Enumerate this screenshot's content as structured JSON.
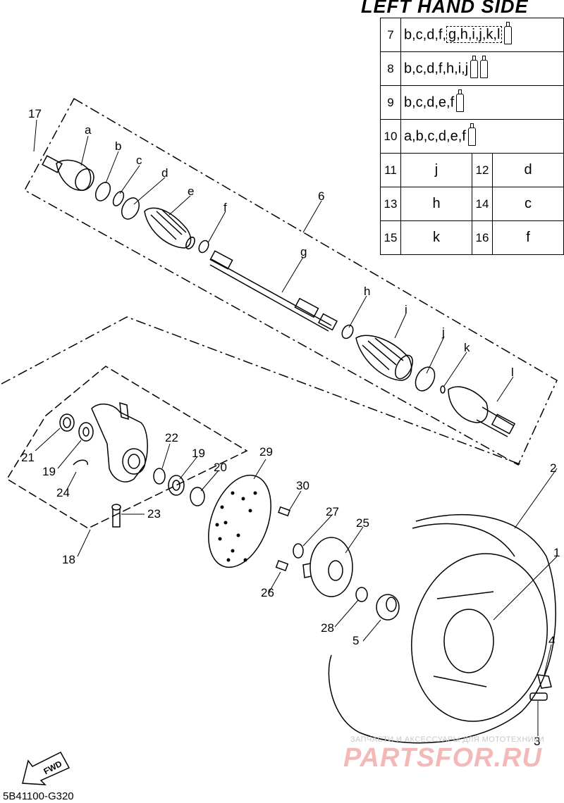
{
  "title": "LEFT HAND SIDE",
  "table": [
    {
      "num": "7",
      "parts": "b,c,d,f",
      "boxed": "g,h,i,j,k,l",
      "tubes": 1
    },
    {
      "num": "8",
      "parts": "b,c,d,f,h,i,j",
      "tubes": 2
    },
    {
      "num": "9",
      "parts": "b,c,d,e,f",
      "tubes": 1
    },
    {
      "num": "10",
      "parts": "a,b,c,d,e,f",
      "tubes": 1
    }
  ],
  "pairs": [
    {
      "n1": "11",
      "v1": "j",
      "n2": "12",
      "v2": "d"
    },
    {
      "n1": "13",
      "v1": "h",
      "n2": "14",
      "v2": "c"
    },
    {
      "n1": "15",
      "v1": "k",
      "n2": "16",
      "v2": "f"
    }
  ],
  "labels": {
    "l17": "17",
    "la": "a",
    "lb": "b",
    "lc": "c",
    "ld": "d",
    "le": "e",
    "lf": "f",
    "l6": "6",
    "lg": "g",
    "lh": "h",
    "li": "i",
    "lj": "j",
    "lk": "k",
    "ll": "l",
    "l21": "21",
    "l19a": "19",
    "l24": "24",
    "l22": "22",
    "l19b": "19",
    "l20": "20",
    "l23": "23",
    "l18": "18",
    "l29": "29",
    "l30": "30",
    "l27": "27",
    "l25": "25",
    "l26": "26",
    "l28": "28",
    "l5": "5",
    "l2": "2",
    "l1": "1",
    "l4": "4",
    "l3": "3"
  },
  "fwd_label": "FWD",
  "footer_code": "5B41100-G320",
  "watermark_sub": "ЗАПЧАСТИ И АКСЕССУАРЫ ДЛЯ МОТОТЕХНИКИ",
  "watermark": "PARTSFOR.RU"
}
